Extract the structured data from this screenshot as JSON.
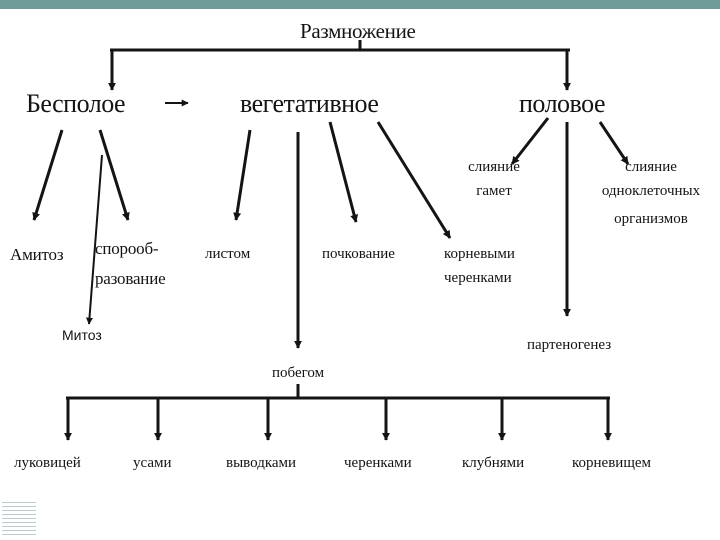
{
  "colors": {
    "top_bar": "#6d9b98",
    "stripes": "#b9cfcd",
    "ink": "#141414"
  },
  "diagram": {
    "root": "Размножение",
    "asexual": "Бесполое",
    "vegetative": "вегетативное",
    "sexual": "половое",
    "asexual_children": [
      "Амитоз",
      "спорооб-",
      "разование"
    ],
    "annotation": "Митоз",
    "vegetative_children": {
      "leaf": "листом",
      "budding": "почкование",
      "root_cuttings_1": "корневыми",
      "root_cuttings_2": "черенками",
      "shoots": "побегом"
    },
    "sexual_children": {
      "gamete_fusion_1": "слияние",
      "gamete_fusion_2": "гамет",
      "unicellular_fusion_1": "слияние",
      "unicellular_fusion_2": "одноклеточных",
      "unicellular_fusion_3": "организмов",
      "parthenogenesis": "партеногенез"
    },
    "shoot_types": [
      "луковицей",
      "усами",
      "выводками",
      "черенками",
      "клубнями",
      "корневищем"
    ]
  }
}
